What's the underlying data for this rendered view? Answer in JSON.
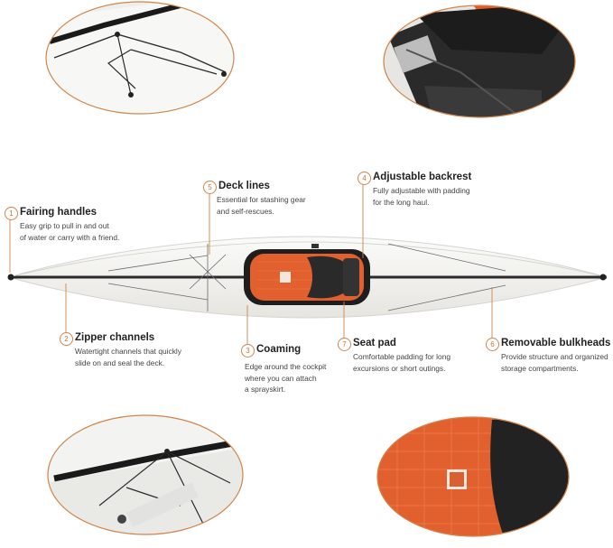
{
  "callouts": [
    {
      "num": "1",
      "title": "Fairing handles",
      "lines": [
        "Easy grip to pull in and out",
        "of water or carry with a friend."
      ]
    },
    {
      "num": "2",
      "title": "Zipper channels",
      "lines": [
        "Watertight channels that quickly",
        "slide on and seal the deck."
      ]
    },
    {
      "num": "3",
      "title": "Coaming",
      "lines": [
        "Edge around the cockpit",
        "where you can attach",
        "a sprayskirt."
      ]
    },
    {
      "num": "4",
      "title": "Adjustable backrest",
      "lines": [
        "Fully adjustable with padding",
        "for the long haul."
      ]
    },
    {
      "num": "5",
      "title": "Deck lines",
      "lines": [
        "Essential for stashing gear",
        "and self-rescues."
      ]
    },
    {
      "num": "6",
      "title": "Removable bulkheads",
      "lines": [
        "Provide structure and organized",
        "storage compartments."
      ]
    },
    {
      "num": "7",
      "title": "Seat pad",
      "lines": [
        "Comfortable padding for long",
        "excursions or short outings."
      ]
    }
  ],
  "colors": {
    "accent": "#d0854a",
    "hull": "#f1f0ec",
    "cockpit": "#e0602c",
    "seat": "#2a2a2a"
  }
}
